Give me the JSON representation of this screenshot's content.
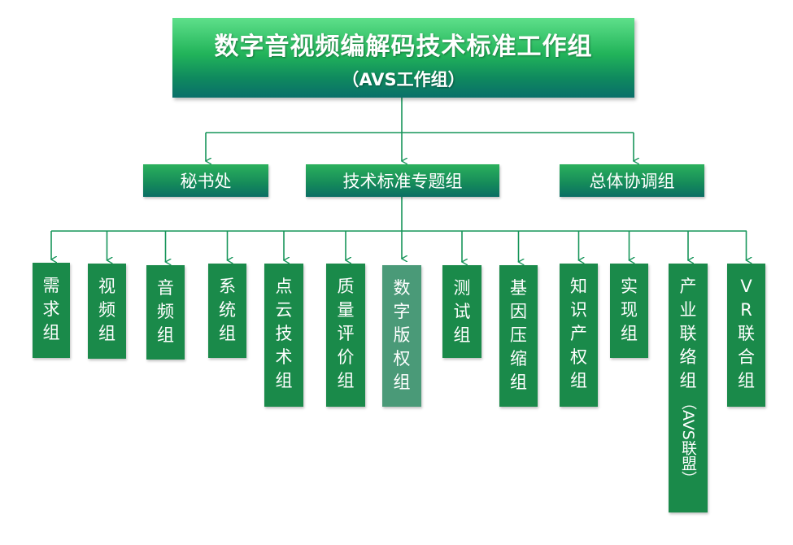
{
  "colors": {
    "box_green": "#1a8a4a",
    "box_alt": "#4a9a78",
    "connector": "#17955a",
    "top_gradient_start": "#5ee08a",
    "top_gradient_end": "#0a6f6a"
  },
  "top": {
    "title": "数字音视频编解码技术标准工作组",
    "subtitle": "（AVS工作组）"
  },
  "mid": [
    {
      "label": "秘书处"
    },
    {
      "label": "技术标准专题组"
    },
    {
      "label": "总体协调组"
    }
  ],
  "leaves": [
    {
      "chars": [
        "需",
        "求",
        "组"
      ]
    },
    {
      "chars": [
        "视",
        "频",
        "组"
      ]
    },
    {
      "chars": [
        "音",
        "频",
        "组"
      ]
    },
    {
      "chars": [
        "系",
        "统",
        "组"
      ]
    },
    {
      "chars": [
        "点",
        "云",
        "技",
        "术",
        "组"
      ]
    },
    {
      "chars": [
        "质",
        "量",
        "评",
        "价",
        "组"
      ]
    },
    {
      "chars": [
        "数",
        "字",
        "版",
        "权",
        "组"
      ]
    },
    {
      "chars": [
        "测",
        "试",
        "组"
      ]
    },
    {
      "chars": [
        "基",
        "因",
        "压",
        "缩",
        "组"
      ]
    },
    {
      "chars": [
        "知",
        "识",
        "产",
        "权",
        "组"
      ]
    },
    {
      "chars": [
        "实",
        "现",
        "组"
      ]
    },
    {
      "chars": [
        "产",
        "业",
        "联",
        "络",
        "组"
      ],
      "rotated": "（AVS联盟）"
    },
    {
      "chars": [
        "V",
        "R",
        "联",
        "合",
        "组"
      ]
    }
  ]
}
